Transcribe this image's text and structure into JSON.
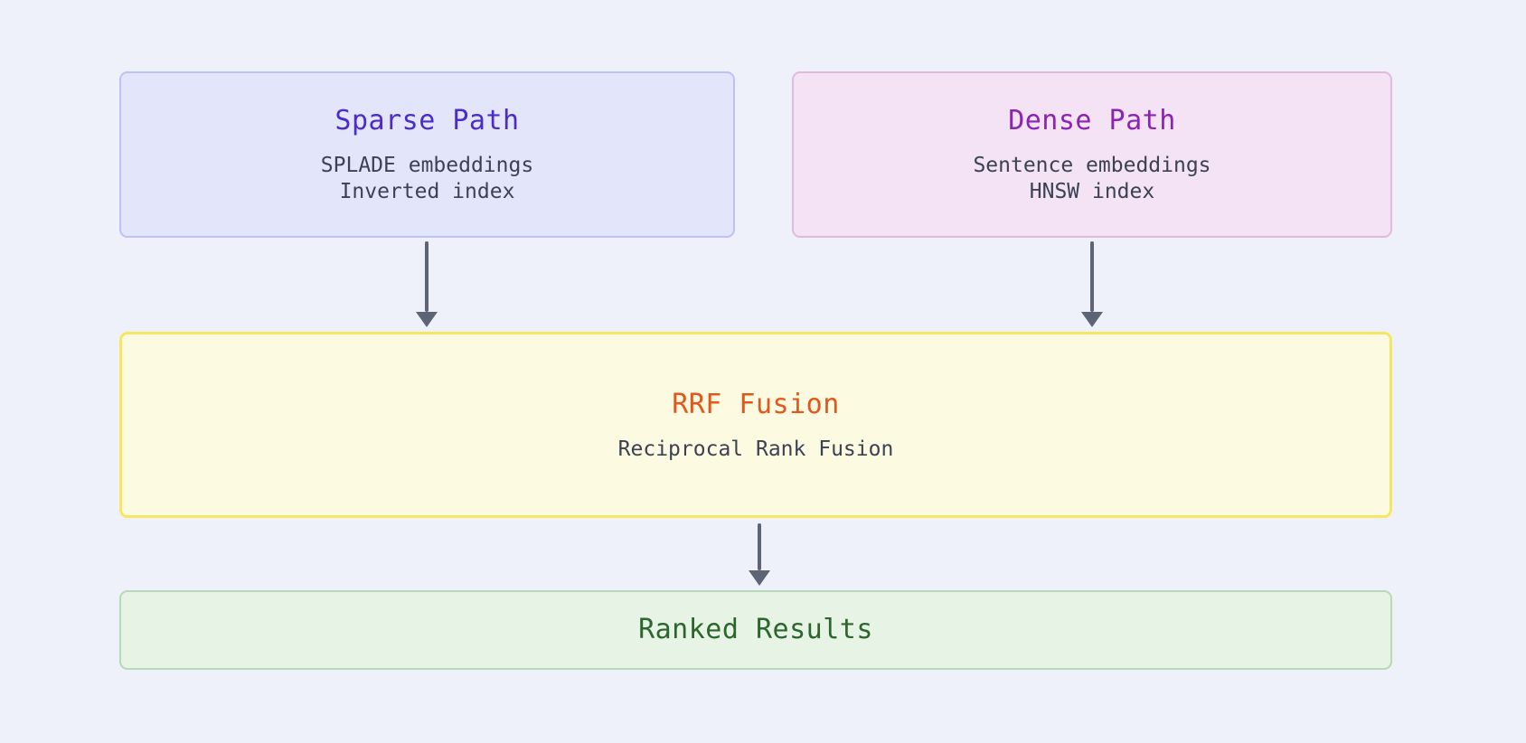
{
  "diagram": {
    "type": "flowchart",
    "direction": "top-down",
    "nodes": [
      {
        "id": "sparse-path",
        "title": "Sparse Path",
        "lines": [
          "SPLADE embeddings",
          "Inverted index"
        ]
      },
      {
        "id": "dense-path",
        "title": "Dense Path",
        "lines": [
          "Sentence embeddings",
          "HNSW index"
        ]
      },
      {
        "id": "rrf-fusion",
        "title": "RRF Fusion",
        "lines": [
          "Reciprocal Rank Fusion"
        ]
      },
      {
        "id": "ranked-results",
        "title": "Ranked Results",
        "lines": []
      }
    ],
    "edges": [
      {
        "from": "sparse-path",
        "to": "rrf-fusion"
      },
      {
        "from": "dense-path",
        "to": "rrf-fusion"
      },
      {
        "from": "rrf-fusion",
        "to": "ranked-results"
      }
    ]
  },
  "colors": {
    "bg": "#eef1fa",
    "arrow": "#5d6474",
    "subtitle": "#3b4252",
    "sparse-fill": "#e3e6fb",
    "sparse-border": "#bcc2f2",
    "sparse-title": "#4b2cc9",
    "dense-fill": "#f4e2f5",
    "dense-border": "#dfbade",
    "dense-title": "#8d23b4",
    "rrf-fill": "#fdfae2",
    "rrf-border": "#f5e860",
    "rrf-title": "#e3571a",
    "ranked-fill": "#e6f3e5",
    "ranked-border": "#b6d9b6",
    "ranked-title": "#2c662c"
  }
}
